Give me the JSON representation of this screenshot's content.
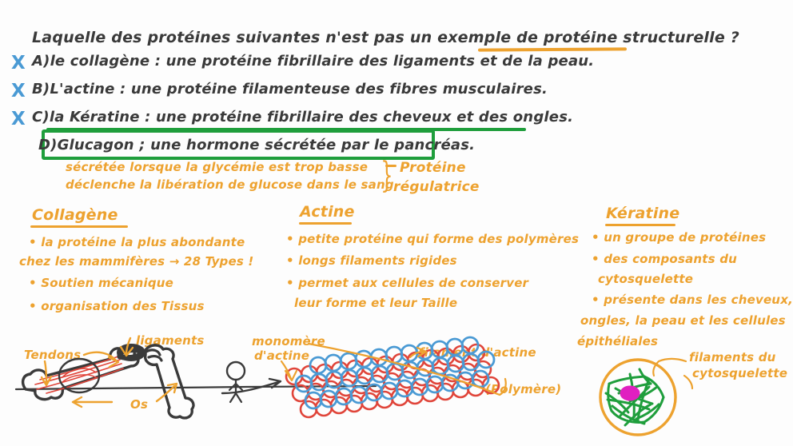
{
  "page": {
    "background_color": "#fdfdfd",
    "ink_dark": "#3a3a3a",
    "ink_orange": "#eda22f",
    "ink_blue": "#4a9ad4",
    "ink_green": "#1f9e3c",
    "ink_red": "#e0453a",
    "ink_magenta": "#e020c0"
  },
  "question": {
    "text": "Laquelle des protéines suivantes n'est pas un exemple de protéine structurelle ?",
    "highlighted_term": "protéine structurelle"
  },
  "options": [
    {
      "mark": "X",
      "letter": "A)",
      "text": "le collagène : une protéine fibrillaire des ligaments et de la peau.",
      "eliminated": true
    },
    {
      "mark": "X",
      "letter": "B)",
      "text": "L'actine : une protéine filamenteuse des fibres musculaires.",
      "eliminated": true
    },
    {
      "mark": "X",
      "letter": "C)",
      "text": "la Kératine : une protéine fibrillaire des cheveux et des ongles.",
      "eliminated": true
    },
    {
      "mark": "",
      "letter": "D)",
      "text": "Glucagon ; une hormone sécrétée par le pancréas.",
      "eliminated": false,
      "selected": true
    }
  ],
  "answer_note": {
    "line1": "sécrétée lorsque la glycémie est trop basse",
    "line2": "déclenche la libération de glucose dans le sang",
    "conclusion_line1": "Protéine",
    "conclusion_line2": "régulatrice"
  },
  "columns": [
    {
      "title": "Collagène",
      "bullets": [
        "• la protéine la plus abondante",
        "chez les mammifères → 28 Types !",
        "• Soutien mécanique",
        "• organisation des Tissus"
      ]
    },
    {
      "title": "Actine",
      "bullets": [
        "• petite protéine qui forme des polymères",
        "• longs filaments rigides",
        "• permet aux cellules de conserver",
        "leur forme et leur Taille"
      ]
    },
    {
      "title": "Kératine",
      "bullets": [
        "• un groupe de protéines",
        "• des composants du",
        "cytosquelette",
        "• présente dans les cheveux, les",
        "ongles, la peau et les cellules",
        "épithéliales"
      ]
    }
  ],
  "diagrams": {
    "bone": {
      "labels": {
        "ligaments": "ligaments",
        "tendons": "Tendons",
        "bone": "Os"
      }
    },
    "actin": {
      "labels": {
        "monomer_line1": "monomère",
        "monomer_line2": "d'actine",
        "filament": "filament d'actine",
        "polymer": "(Polymère)"
      }
    },
    "cell": {
      "labels": {
        "cytoskeleton_line1": "filaments du",
        "cytoskeleton_line2": "cytosquelette"
      }
    }
  }
}
